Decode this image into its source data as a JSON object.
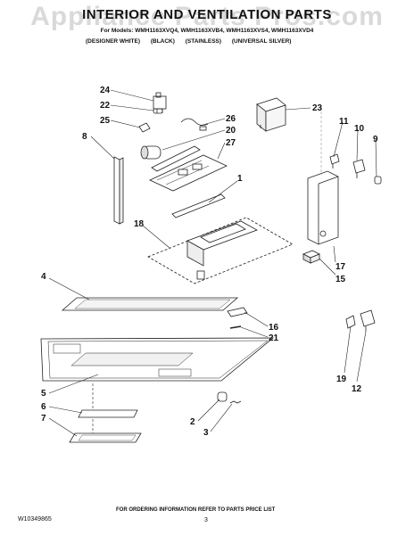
{
  "header": {
    "title": "INTERIOR AND VENTILATION PARTS",
    "models": "For Models: WMH1163XVQ4, WMH1163XVB4, WMH1163XVS4, WMH1163XVD4",
    "colors": [
      "(DESIGNER WHITE)",
      "(BLACK)",
      "(STAINLESS)",
      "(UNIVERSAL SILVER)"
    ]
  },
  "watermark": "Appliance Parts Pros.com",
  "footer": {
    "note": "FOR ORDERING INFORMATION REFER TO PARTS PRICE LIST",
    "doc_code": "W10349865",
    "page_number": "3"
  },
  "callouts": {
    "c1": "1",
    "c2": "2",
    "c3": "3",
    "c4": "4",
    "c5": "5",
    "c6": "6",
    "c7": "7",
    "c8": "8",
    "c9": "9",
    "c10": "10",
    "c11": "11",
    "c12": "12",
    "c15": "15",
    "c16": "16",
    "c17": "17",
    "c18": "18",
    "c19": "19",
    "c20": "20",
    "c21": "21",
    "c22": "22",
    "c23": "23",
    "c24": "24",
    "c25": "25",
    "c26": "26",
    "c27": "27"
  }
}
